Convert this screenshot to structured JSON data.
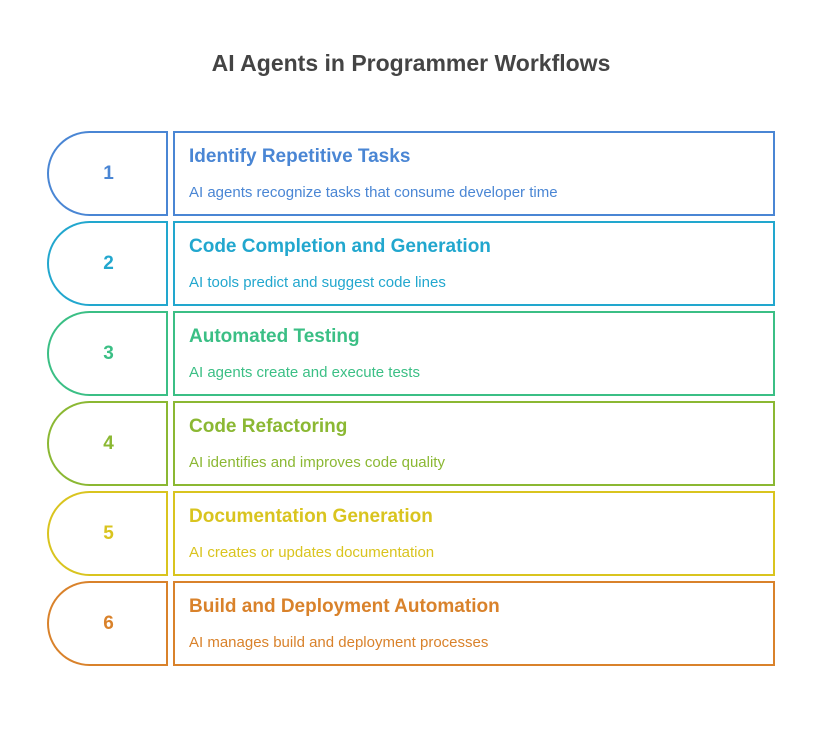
{
  "title": "AI Agents in Programmer Workflows",
  "steps": [
    {
      "number": "1",
      "title": "Identify Repetitive Tasks",
      "description": "AI agents recognize tasks that consume developer time",
      "color": "#4A86D4"
    },
    {
      "number": "2",
      "title": "Code Completion and Generation",
      "description": "AI tools predict and suggest code lines",
      "color": "#22A7CE"
    },
    {
      "number": "3",
      "title": "Automated Testing",
      "description": "AI agents create and execute tests",
      "color": "#3BBF85"
    },
    {
      "number": "4",
      "title": "Code Refactoring",
      "description": "AI identifies and improves code quality",
      "color": "#8BB833"
    },
    {
      "number": "5",
      "title": "Documentation Generation",
      "description": "AI creates or updates documentation",
      "color": "#D9C41F"
    },
    {
      "number": "6",
      "title": "Build and Deployment Automation",
      "description": "AI manages build and deployment processes",
      "color": "#D9822B"
    }
  ]
}
